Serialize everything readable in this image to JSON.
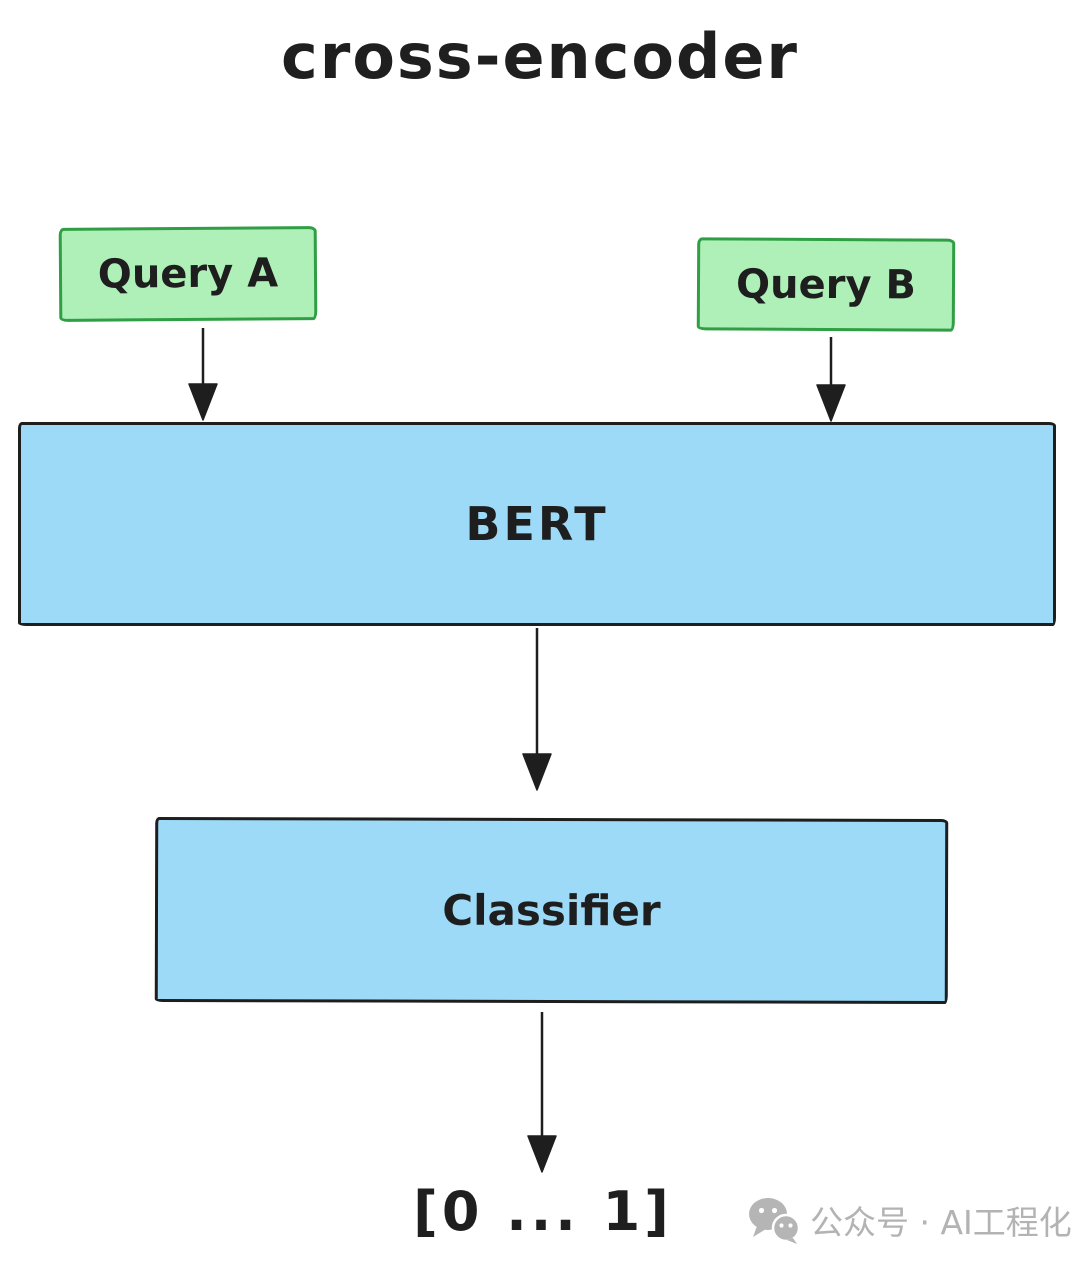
{
  "title": "cross-encoder",
  "diagram": {
    "type": "flowchart",
    "direction": "top-down",
    "nodes": [
      {
        "id": "query-a",
        "label": "Query A",
        "role": "input",
        "fill": "#aef0b8",
        "border": "#2f9e44"
      },
      {
        "id": "query-b",
        "label": "Query B",
        "role": "input",
        "fill": "#aef0b8",
        "border": "#2f9e44"
      },
      {
        "id": "bert",
        "label": "BERT",
        "role": "model",
        "fill": "#9cdaf7",
        "border": "#1e1e1e"
      },
      {
        "id": "classifier",
        "label": "Classifier",
        "role": "model",
        "fill": "#9cdaf7",
        "border": "#1e1e1e"
      }
    ],
    "edges": [
      {
        "from": "query-a",
        "to": "bert",
        "style": "arrow-down"
      },
      {
        "from": "query-b",
        "to": "bert",
        "style": "arrow-down"
      },
      {
        "from": "bert",
        "to": "classifier",
        "style": "arrow-down"
      },
      {
        "from": "classifier",
        "to": "output",
        "style": "arrow-down"
      }
    ],
    "output_label": "[0 ... 1]"
  },
  "watermark": {
    "icon": "wechat-icon",
    "text": "公众号 · AI工程化",
    "color": "#b3b3b3"
  },
  "colors": {
    "background": "#ffffff",
    "stroke": "#1e1e1e",
    "green_fill": "#aef0b8",
    "green_border": "#2f9e44",
    "blue_fill": "#9cdaf7",
    "watermark_gray": "#b3b3b3"
  }
}
